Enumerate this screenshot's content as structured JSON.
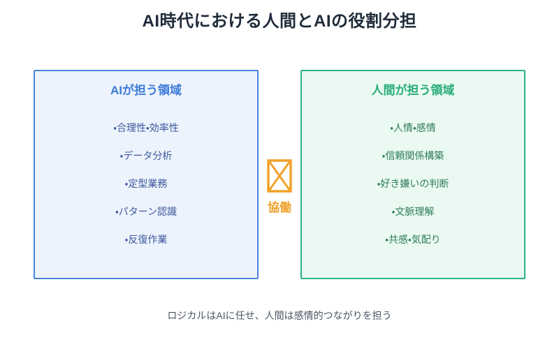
{
  "page": {
    "title": "AI時代における人間とAIの役割分担",
    "caption": "ロジカルはAIに任せ、人間は感情的つながりを担う"
  },
  "ai_box": {
    "title": "AIが担う領域",
    "items": [
      "・合理性・効率性",
      "・データ分析",
      "・定型業務",
      "・パターン認識",
      "・反復作業"
    ]
  },
  "human_box": {
    "title": "人間が担う領域",
    "items": [
      "・人情・感情",
      "・信頼関係構築",
      "・好き嫌いの判断",
      "・文脈理解",
      "・共感・気配り"
    ]
  },
  "center": {
    "label": "協働",
    "icon": "broken-image-icon"
  },
  "colors": {
    "title_text": "#1f2b3a",
    "ai_border": "#4a86d8",
    "ai_background": "#edf3fc",
    "ai_title": "#3b7ad8",
    "ai_item_text": "#3d5a9e",
    "human_border": "#2bb382",
    "human_background": "#eafaf2",
    "human_title": "#27ac78",
    "human_item_text": "#2f7a5c",
    "accent_orange": "#f0a22a",
    "caption_text": "#4b5563"
  }
}
